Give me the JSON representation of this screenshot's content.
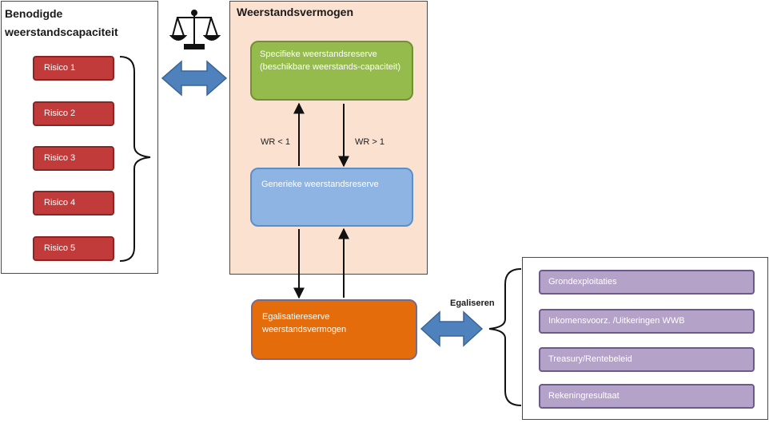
{
  "left_panel": {
    "title": "Benodigde weerstandscapaciteit",
    "risks": [
      "Risico 1",
      "Risico 2",
      "Risico 3",
      "Risico 4",
      "Risico 5"
    ]
  },
  "center_panel": {
    "title": "Weerstandsvermogen",
    "specific_reserve": "Specifieke weerstandsreserve (beschikbare weerstands-capaciteit)",
    "generic_reserve": "Generieke weerstandsreserve",
    "wr_less": "WR < 1",
    "wr_greater": "WR > 1"
  },
  "equalization_box": "Egalisatiereserve weerstandsvermogen",
  "equalize_label": "Egaliseren",
  "right_panel": {
    "items": [
      "Grondexploitaties",
      "Inkomensvoorz. /Uitkeringen WWB",
      "Treasury/Rentebeleid",
      "Rekeningresultaat"
    ]
  },
  "colors": {
    "risk": "#c23b3b",
    "specific": "#94bb4c",
    "generic": "#8db4e2",
    "equalization": "#e46c0a",
    "purple_items": "#b4a2c9",
    "center_bg": "#fbe1d0",
    "double_arrow": "#4f81bd"
  },
  "icons": [
    "balance-scale-icon",
    "double-arrow-icon"
  ]
}
